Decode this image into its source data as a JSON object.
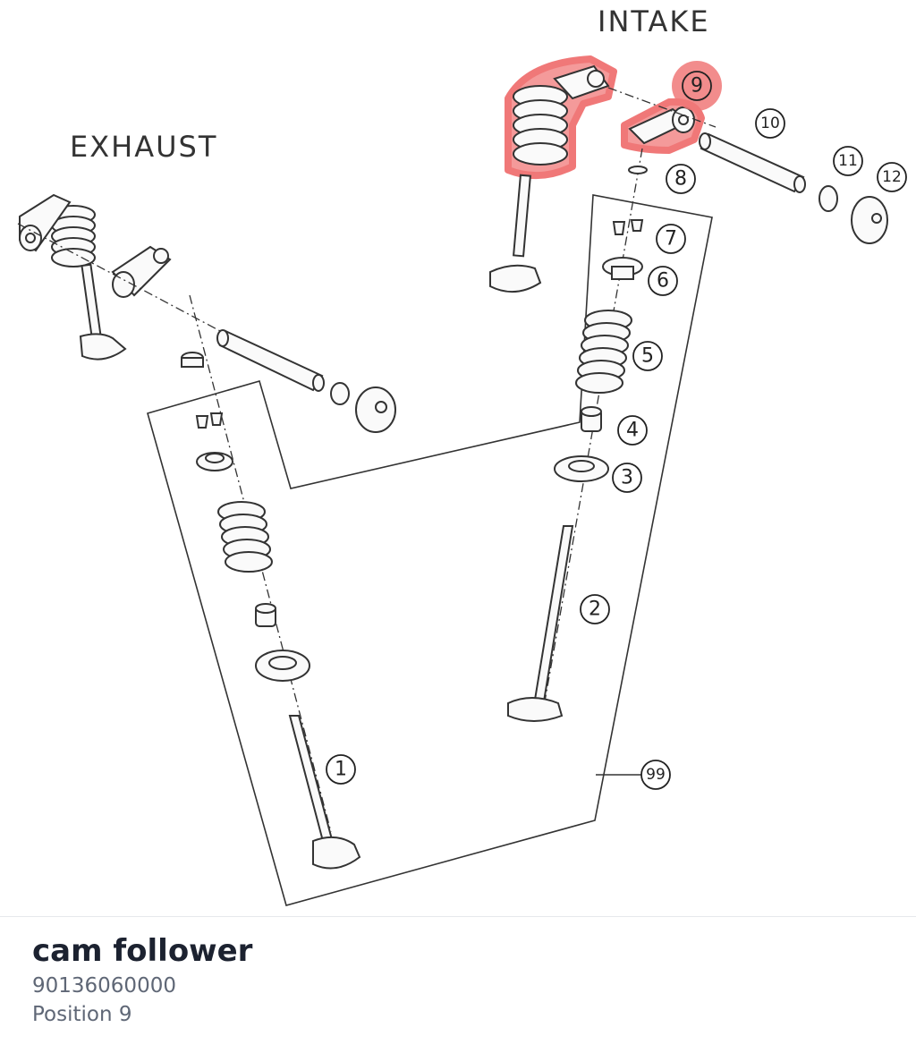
{
  "diagram": {
    "headings": {
      "exhaust": "EXHAUST",
      "intake": "INTAKE"
    },
    "callouts": [
      "1",
      "2",
      "3",
      "4",
      "5",
      "6",
      "7",
      "8",
      "9",
      "10",
      "11",
      "12",
      "99"
    ],
    "highlighted_callout": "9",
    "highlight_color": "#f07878"
  },
  "part": {
    "name": "cam follower",
    "number": "90136060000",
    "position": "Position 9"
  }
}
